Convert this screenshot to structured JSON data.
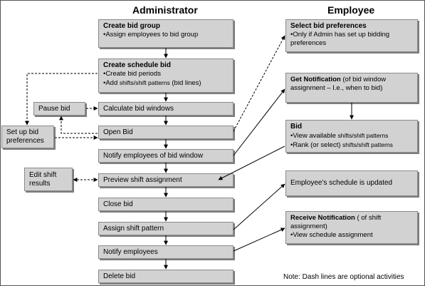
{
  "headers": {
    "admin": "Administrator",
    "employee": "Employee"
  },
  "admin_steps": {
    "create_bid_group": {
      "title": "Create bid group",
      "b1": "•Assign employees to bid group"
    },
    "create_schedule_bid": {
      "title": "Create schedule bid",
      "b1": "•Create bid periods",
      "b2a": "•Add ",
      "b2b": "shifts/shift patterns",
      "b2c": " (bid lines)"
    },
    "calculate_bid_windows": "Calculate bid windows",
    "open_bid": "Open Bid",
    "notify_bid_window": "Notify employees of bid window",
    "preview_shift_assignment": "Preview shift assignment",
    "close_bid": "Close bid",
    "assign_shift_pattern": "Assign shift pattern",
    "notify_employees": "Notify employees",
    "delete_bid": "Delete bid"
  },
  "side_steps": {
    "pause_bid": "Pause bid",
    "set_up_bid_preferences": "Set up bid preferences",
    "edit_shift_results": "Edit shift results"
  },
  "employee_steps": {
    "select_bid_preferences": {
      "title": "Select bid preferences",
      "b1": "•Only if Admin has set up bidding preferences"
    },
    "get_notification": {
      "title": "Get Notification",
      "rest": " (of bid window assignment – I.e., when to bid)"
    },
    "bid": {
      "title": "Bid",
      "b1a": "•View available ",
      "b1b": "shifts/shift patterns",
      "b2a": "•Rank (or select) ",
      "b2b": "shifts/shift patterns"
    },
    "schedule_updated": "Employee's schedule is updated",
    "receive_notification": {
      "title": "Receive Notification",
      "rest": " ( of shift assignment)",
      "b1": "•View schedule assignment"
    }
  },
  "note": "Note: Dash lines are optional activities",
  "colors": {
    "box_fill": "#d2d2d2",
    "box_border": "#8a8a8a",
    "line": "#000000"
  }
}
